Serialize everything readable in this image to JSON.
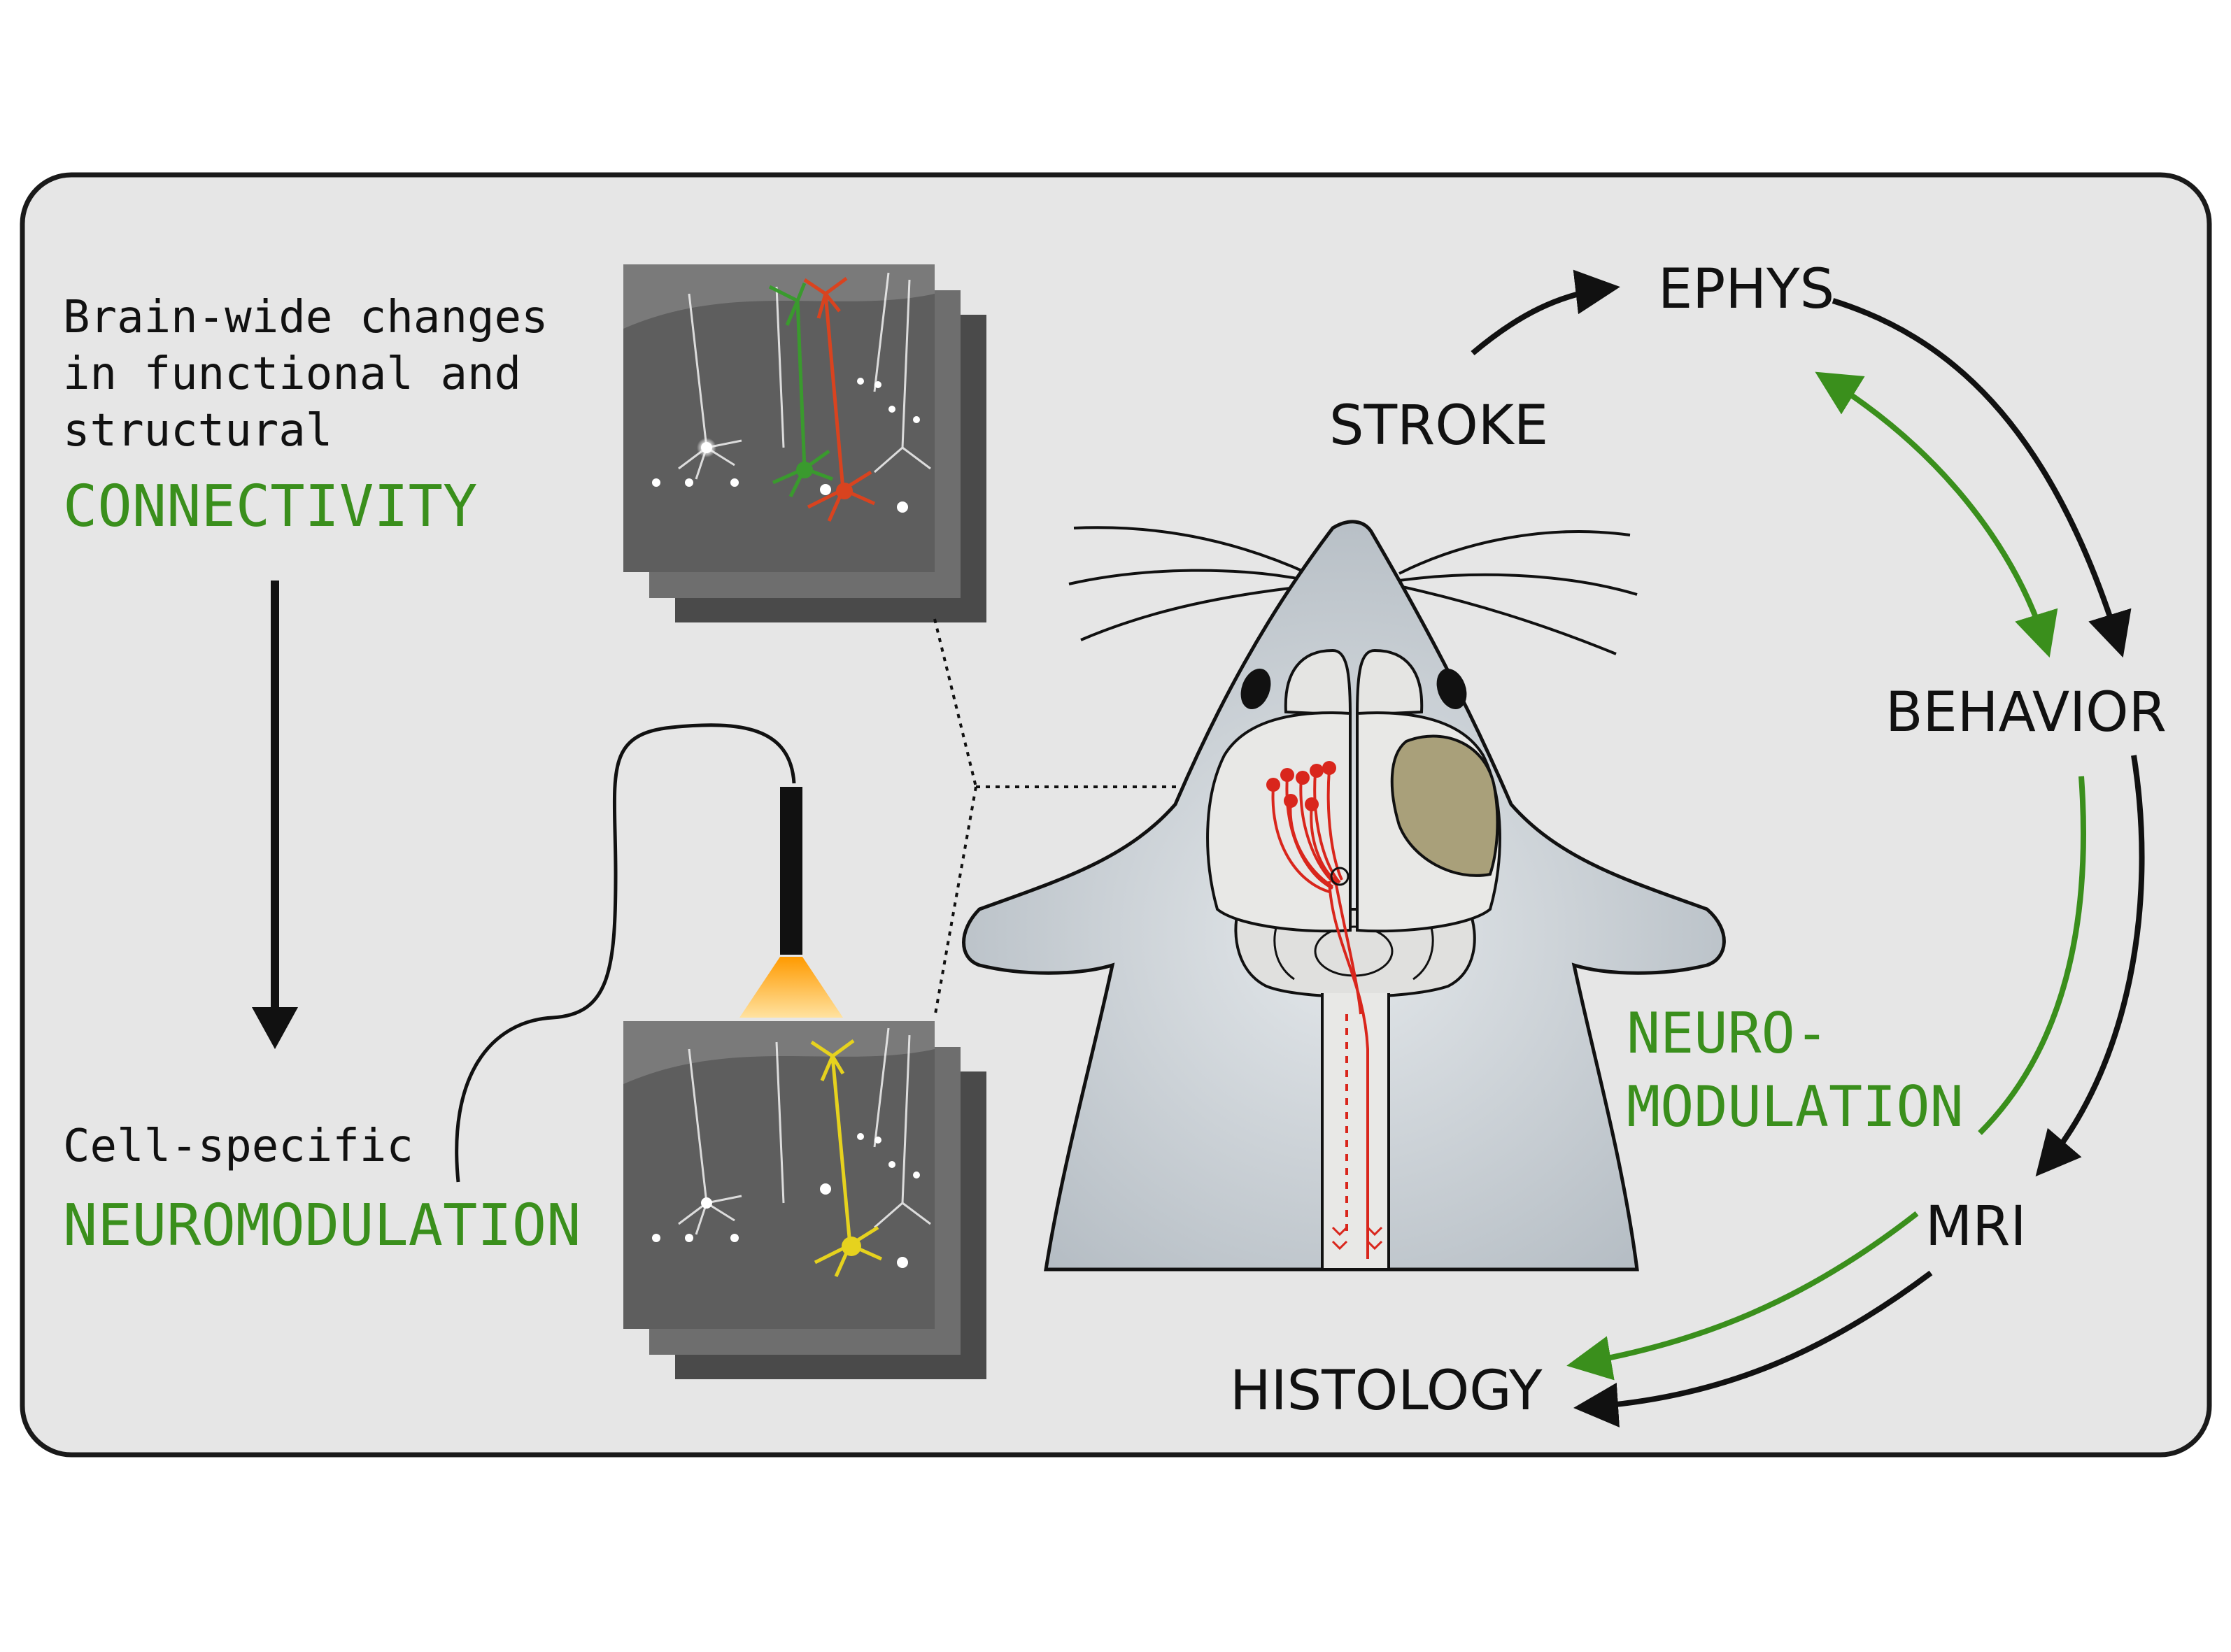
{
  "left_panel": {
    "intro_line1": "Brain-wide changes",
    "intro_line2": "in functional and",
    "intro_line3": "structural",
    "connectivity": "CONNECTIVITY",
    "cell_specific": "Cell-specific",
    "neuromodulation": "NEUROMODULATION"
  },
  "cycle": {
    "stroke": "STROKE",
    "ephys": "EPHYS",
    "behavior": "BEHAVIOR",
    "neuro_line1": "NEURO-",
    "neuro_line2": "MODULATION",
    "mri": "MRI",
    "histology": "HISTOLOGY"
  },
  "colors": {
    "panel_bg": "#e6e6e6",
    "accent_green": "#3a8f1c",
    "black": "#111111",
    "mouse_body": "#c5ccd1",
    "lesion": "#a9a07a",
    "neuron_red": "#d9261c",
    "light_cone": "#ffb733",
    "micrograph_bg": "#5a5a5a"
  }
}
